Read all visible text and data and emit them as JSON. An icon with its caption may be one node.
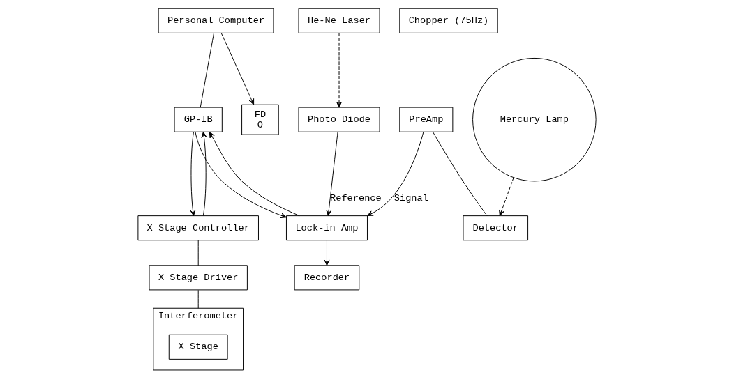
{
  "diagram": {
    "nodes": [
      {
        "text": [
          "Personal Computer"
        ]
      },
      {
        "text": [
          "FD",
          "O"
        ]
      },
      {
        "text": [
          "GP-IB"
        ]
      },
      {
        "text": [
          "X Stage Controller"
        ]
      },
      {
        "text": [
          "X Stage Driver"
        ]
      },
      {
        "text": [
          "Interferometer"
        ]
      },
      {
        "text": [
          "X Stage"
        ],
        "in": 5
      },
      {
        "text": [
          "Lock-in Amp"
        ]
      },
      {
        "text": [
          "PreAmp"
        ]
      },
      {
        "text": [
          "Detector"
        ]
      },
      {
        "text": [
          "Mercury Lamp"
        ]
      },
      {
        "text": [
          "Chopper (75Hz)"
        ]
      },
      {
        "text": [
          "Photo Diode"
        ]
      },
      {
        "text": [
          "He-Ne Laser"
        ]
      },
      {
        "text": [
          "Recorder"
        ]
      }
    ],
    "edges": [
      {
        "from": 0,
        "to": 1,
        "arrow": "to"
      },
      {
        "from": 0,
        "to": 2,
        "arrow": "none"
      },
      {
        "from": 2,
        "to": 3,
        "arrow": "to"
      },
      {
        "from": 3,
        "to": 2,
        "arrow": "to"
      },
      {
        "from": 2,
        "to": 7,
        "arrow": "to"
      },
      {
        "from": 7,
        "to": 2,
        "arrow": "to"
      },
      {
        "from": 3,
        "to": 4,
        "arrow": "none"
      },
      {
        "from": 4,
        "to": 5,
        "arrow": "none"
      },
      {
        "from": 8,
        "to": 7,
        "arrow": "to",
        "label": "Signal"
      },
      {
        "from": 8,
        "to": 9,
        "arrow": "none"
      },
      {
        "from": 10,
        "to": 9,
        "arrow": "to",
        "style": "dashed"
      },
      {
        "from": 13,
        "to": 12,
        "arrow": "to",
        "style": "dashed"
      },
      {
        "from": 12,
        "to": 7,
        "arrow": "to",
        "label": "Reference"
      },
      {
        "from": 7,
        "to": 14,
        "arrow": "to"
      }
    ]
  }
}
